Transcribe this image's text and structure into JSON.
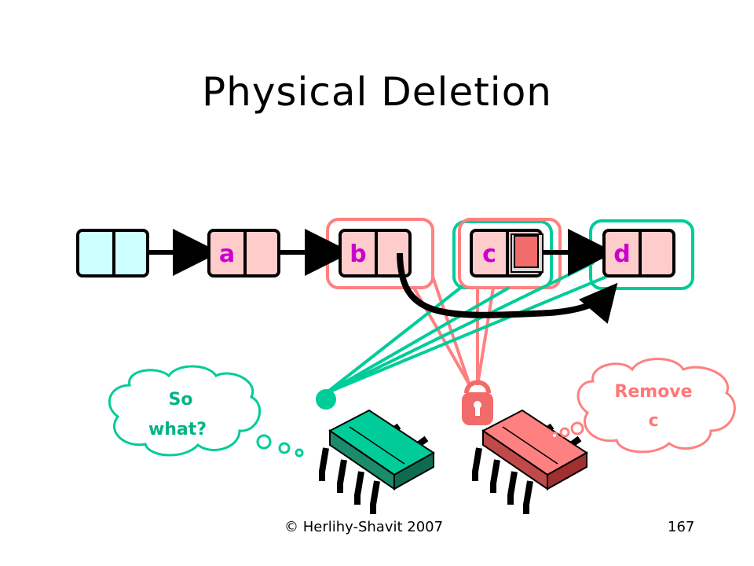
{
  "slide": {
    "title": "Physical Deletion"
  },
  "list": {
    "nodes": [
      {
        "id": "head",
        "label": ""
      },
      {
        "id": "a",
        "label": "a"
      },
      {
        "id": "b",
        "label": "b"
      },
      {
        "id": "c",
        "label": "c"
      },
      {
        "id": "d",
        "label": "d"
      }
    ]
  },
  "threads": {
    "green": {
      "thought_line1": "So",
      "thought_line2": "what?"
    },
    "red": {
      "thought_line1": "Remove",
      "thought_line2": "c"
    }
  },
  "footer": {
    "copyright": "© Herlihy-Shavit 2007",
    "page_number": "167"
  },
  "colors": {
    "head_fill": "#ccffff",
    "node_fill": "#ffcccc",
    "node_text": "#cc00cc",
    "green": "#00cc99",
    "red": "#ff8080",
    "lock_red": "#f26b6b",
    "cloud_green_text": "#00b386",
    "cloud_red_text": "#ff7777"
  }
}
